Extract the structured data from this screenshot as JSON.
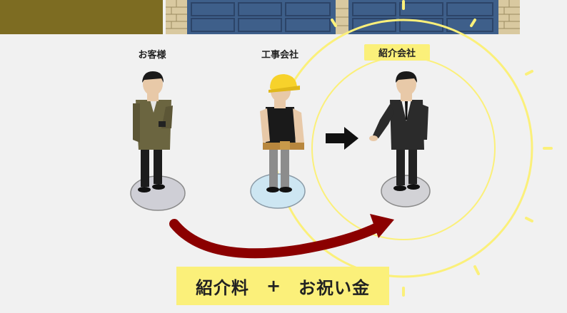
{
  "labels": {
    "customer": "お客様",
    "contractor": "工事会社",
    "agency": "紹介会社"
  },
  "banner": {
    "fee": "紹介料",
    "plus": "+",
    "bonus": "お祝い金"
  },
  "colors": {
    "highlight": "#fbf07a",
    "arrow_red": "#8b0000",
    "garage_blue": "#3e5f8a",
    "wall_olive": "#7a6a22"
  }
}
